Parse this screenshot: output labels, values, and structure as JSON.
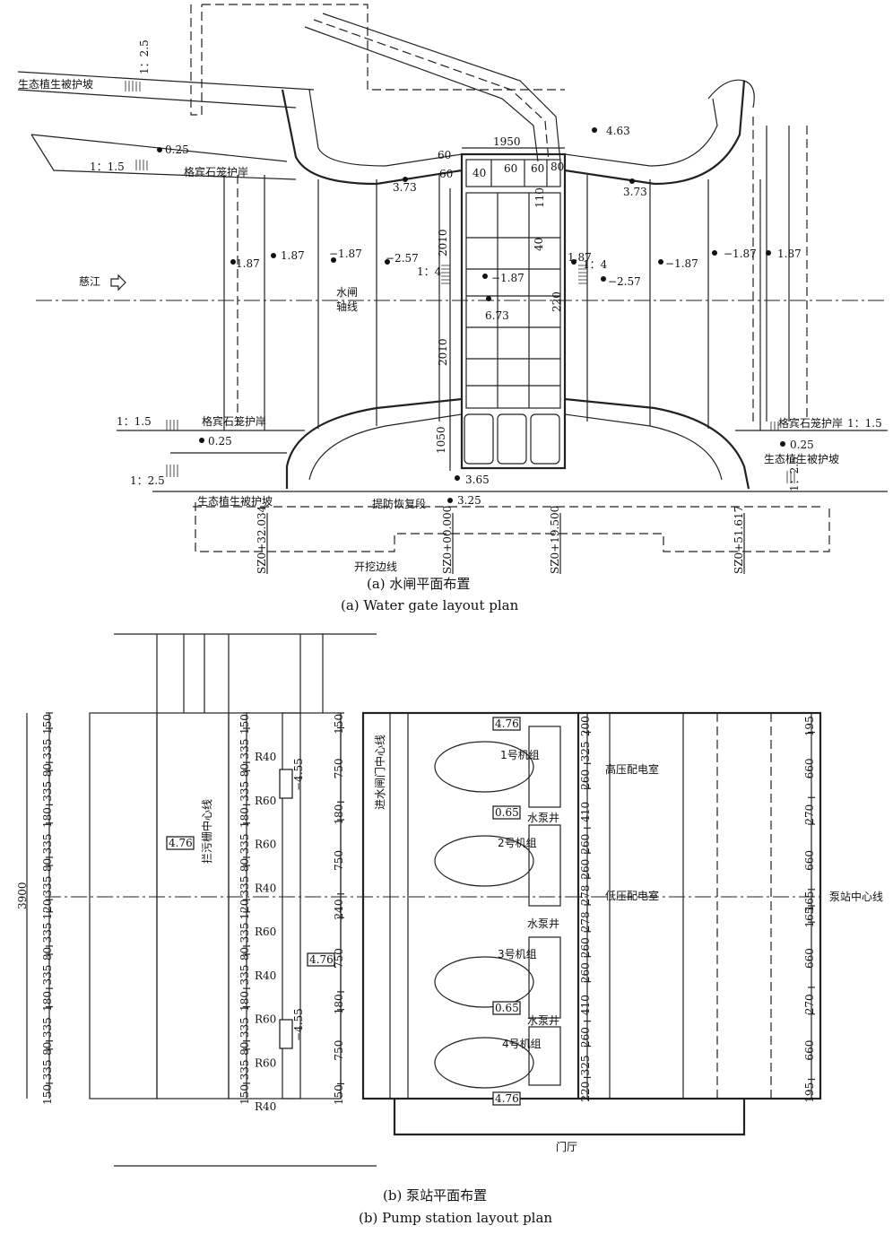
{
  "water_gate": {
    "caption_cn": "(a) 水闸平面布置",
    "caption_en": "(a) Water gate layout plan",
    "labels": {
      "slope_eco_top": "生态植生被护坡",
      "slope_eco_bottom_left": "生态植生被护坡",
      "slope_eco_bottom_right": "生态植生被护坡",
      "gabion_top_left": "格宾石笼护岸",
      "gabion_bottom_left": "格宾石笼护岸",
      "gabion_bottom_right": "格宾石笼护岸",
      "river": "慈江",
      "axis": "水闸",
      "axis2": "轴线",
      "levee": "提防恢复段",
      "excavation": "开挖边线",
      "ratio_25_top": "1：2.5",
      "ratio_15_top": "1：1.5",
      "ratio_15_bottom": "1：1.5",
      "ratio_25_bottom": "1：2.5",
      "ratio_15_right": "1：1.5",
      "ratio_25_right": "1：2.5",
      "ratio_4_left": "1：4",
      "ratio_4_right": "1：4"
    },
    "elevations": [
      "0.25",
      "3.73",
      "4.63",
      "3.73",
      "1.87",
      "1.87",
      "−1.87",
      "−2.57",
      "−1.87",
      "6.73",
      "1.87",
      "−2.57",
      "−1.87",
      "−1.87",
      "1.87",
      "0.25",
      "0.25",
      "3.65",
      "3.25"
    ],
    "dims": [
      "60",
      "1950",
      "60",
      "40",
      "60",
      "60",
      "80",
      "110",
      "2010",
      "2010",
      "40",
      "220",
      "1050"
    ],
    "stations": [
      "SZ0+32.034",
      "SZ0+00.000",
      "SZ0+19.500",
      "SZ0+51.617"
    ]
  },
  "pump_station": {
    "caption_cn": "(b) 泵站平面布置",
    "caption_en": "(b) Pump station layout plan",
    "total_dim": "3900",
    "left_dims": [
      "150",
      "335",
      "80",
      "335",
      "180",
      "335",
      "80",
      "335",
      "120",
      "335",
      "80",
      "335",
      "180",
      "335",
      "80",
      "335",
      "150"
    ],
    "mid_dims": [
      "150",
      "335",
      "80",
      "335",
      "180",
      "335",
      "80",
      "335",
      "120",
      "335",
      "80",
      "335",
      "180",
      "335",
      "80",
      "335",
      "150"
    ],
    "inner_dims": [
      "150",
      "750",
      "180",
      "750",
      "240",
      "750",
      "180",
      "750",
      "150"
    ],
    "radii": [
      "R40",
      "R60",
      "R60",
      "R40",
      "R60",
      "R40",
      "R60",
      "R60",
      "R40"
    ],
    "col_dims": [
      "200",
      "325",
      "260",
      "410",
      "260",
      "260",
      "278",
      "278",
      "260",
      "260",
      "410",
      "260",
      "325",
      "220"
    ],
    "right_dims": [
      "195",
      "660",
      "270",
      "660",
      "165",
      "165",
      "660",
      "270",
      "660",
      "195"
    ],
    "elev": [
      "4.76",
      "4.76",
      "4.76",
      "4.76",
      "−4.55",
      "−4.55",
      "0.65",
      "0.65"
    ],
    "labels": {
      "trash_rack": "拦污栅中心线",
      "gate_center": "进水闸门中心线",
      "unit1": "1号机组",
      "unit2": "2号机组",
      "unit3": "3号机组",
      "unit4": "4号机组",
      "well1": "水泵井",
      "well2": "水泵井",
      "well3": "水泵井",
      "hv_room": "高压配电室",
      "lv_room": "低压配电室",
      "pump_center": "泵站中心线",
      "lobby": "门厅"
    }
  }
}
